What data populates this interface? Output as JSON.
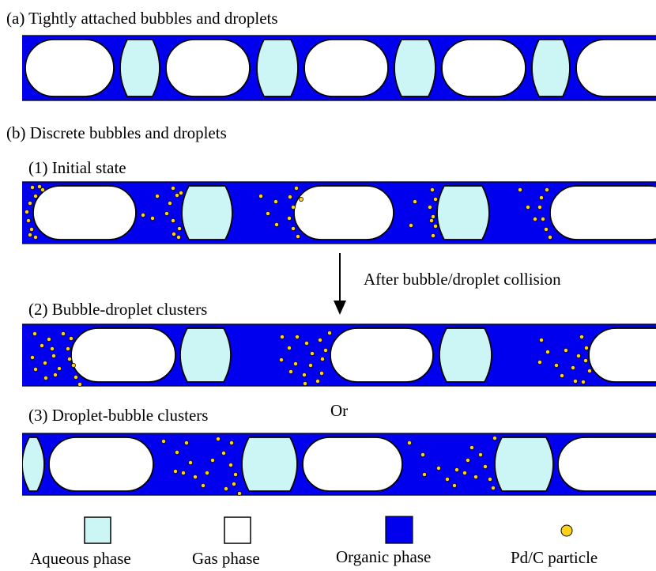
{
  "labels": {
    "section_a": "(a) Tightly attached bubbles and droplets",
    "section_b": "(b) Discrete bubbles and droplets",
    "state_1": "(1) Initial state",
    "state_2": "(2) Bubble-droplet clusters",
    "state_3": "(3) Droplet-bubble clusters",
    "transition": "After bubble/droplet collision",
    "or": "Or"
  },
  "legend": {
    "aqueous": "Aqueous phase",
    "gas": "Gas phase",
    "organic": "Organic phase",
    "particle": "Pd/C particle"
  },
  "colors": {
    "aqueous": "#ccf6f6",
    "gas": "#ffffff",
    "organic": "#0000ee",
    "particle": "#ffd21a",
    "outline": "#000000"
  }
}
